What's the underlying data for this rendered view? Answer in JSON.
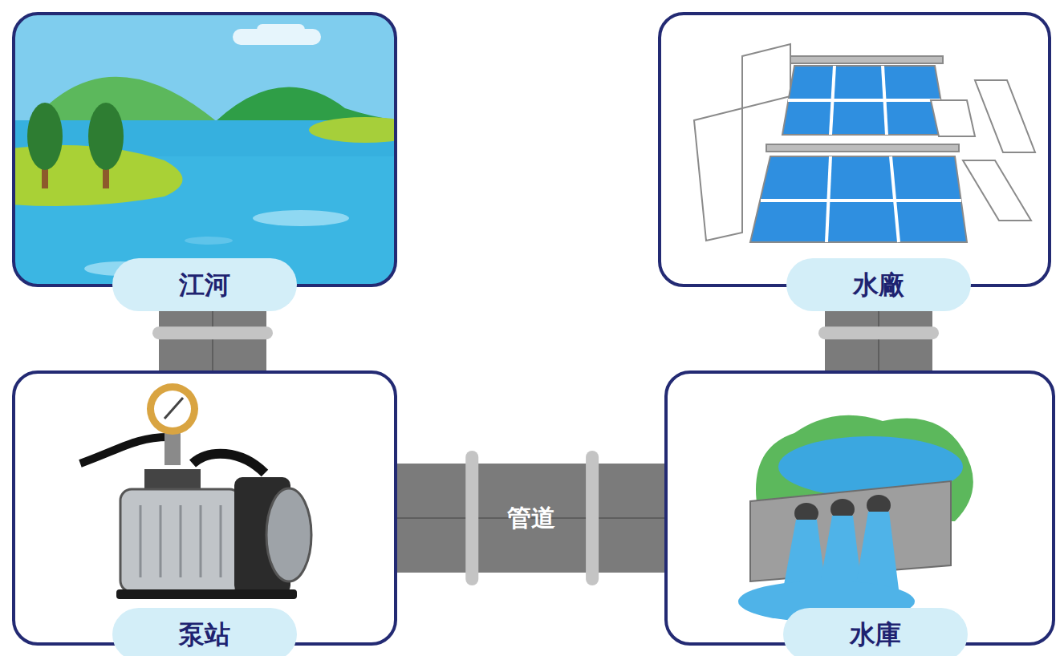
{
  "diagram": {
    "nodes": [
      {
        "text": [
          "江河"
        ]
      },
      {
        "text": [
          "水廠"
        ]
      },
      {
        "text": [
          "泵站"
        ]
      },
      {
        "text": [
          "水庫"
        ]
      }
    ],
    "edges": [
      {
        "from": 0,
        "to": 2,
        "arrow": "none"
      },
      {
        "from": 2,
        "to": 3,
        "label": "管道",
        "arrow": "none"
      },
      {
        "from": 3,
        "to": 1,
        "arrow": "none"
      }
    ]
  }
}
